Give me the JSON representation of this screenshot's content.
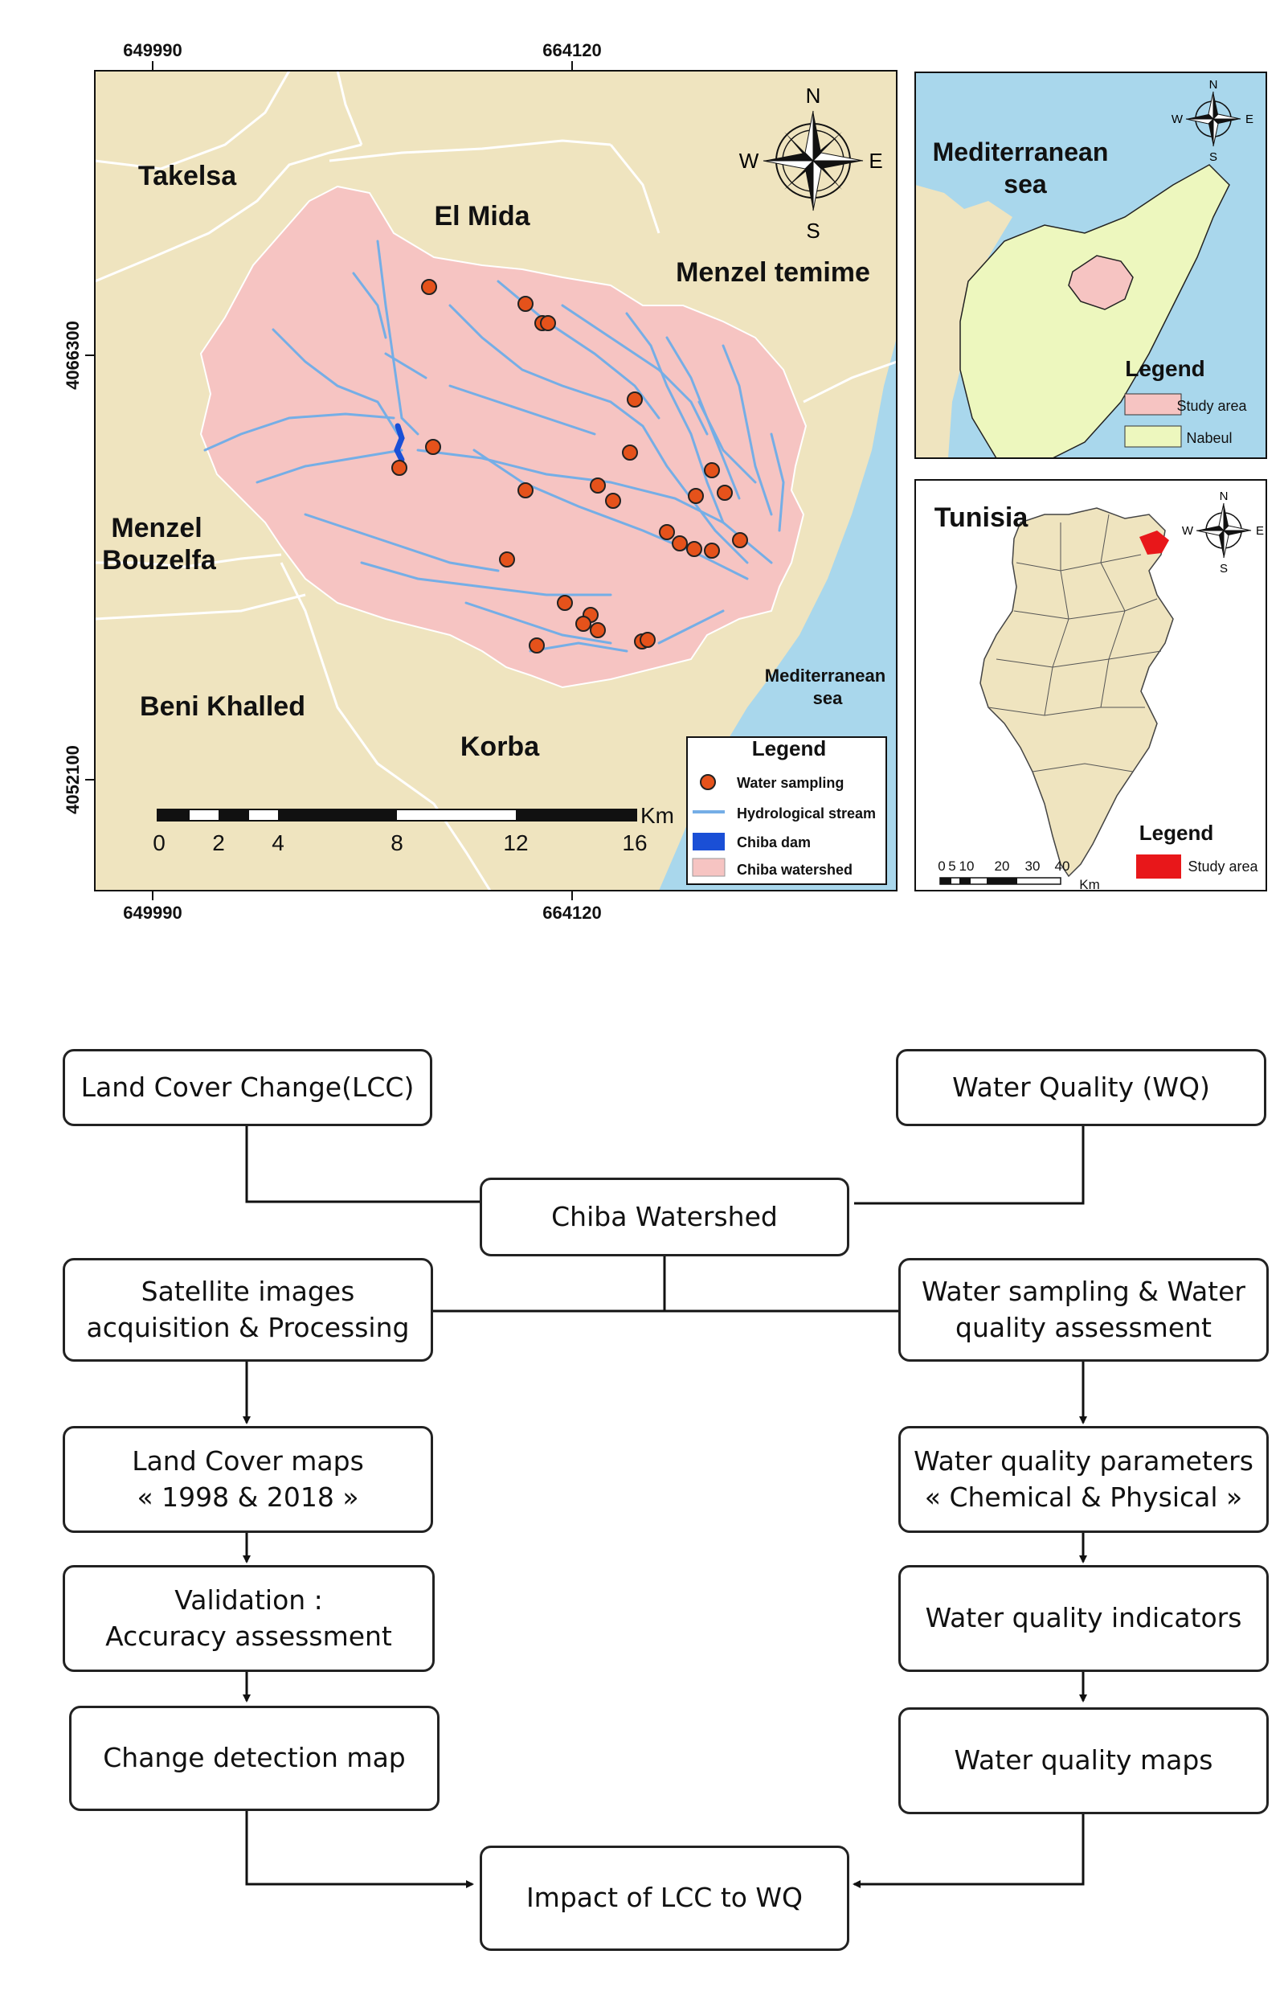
{
  "main_map": {
    "top_coords": [
      "649990",
      "664120"
    ],
    "bottom_coords": [
      "649990",
      "664120"
    ],
    "left_coords": [
      "4066300",
      "4052100"
    ],
    "places": {
      "takelsa": "Takelsa",
      "el_mida": "El Mida",
      "menzel_temime": "Menzel temime",
      "menzel_bouzelfa_1": "Menzel",
      "menzel_bouzelfa_2": "Bouzelfa",
      "beni_khalled": "Beni Khalled",
      "korba": "Korba",
      "sea_1": "Mediterranean",
      "sea_2": "sea"
    },
    "compass": {
      "n": "N",
      "s": "S",
      "e": "E",
      "w": "W"
    },
    "scale": {
      "ticks": [
        "0",
        "2",
        "4",
        "8",
        "12",
        "16"
      ],
      "unit": "Km"
    },
    "legend": {
      "title": "Legend",
      "items": [
        "Water sampling",
        "Hydrological stream",
        "Chiba dam",
        "Chiba watershed"
      ]
    },
    "colors": {
      "land": "#efe4bf",
      "watershed": "#f6c4c2",
      "sea": "#a9d7ec",
      "stream": "#75aee6",
      "dam": "#1a4fd6",
      "sample": "#e5521b",
      "boundary": "#ffffff"
    }
  },
  "inset_nabeul": {
    "sea_1": "Mediterranean",
    "sea_2": "sea",
    "compass": {
      "n": "N",
      "s": "S",
      "e": "E",
      "w": "W"
    },
    "legend": {
      "title": "Legend",
      "items": [
        "Study area",
        "Nabeul"
      ]
    },
    "colors": {
      "study": "#f6c4c2",
      "nabeul": "#edf7be",
      "sea": "#a9d7ec"
    }
  },
  "inset_tunisia": {
    "title": "Tunisia",
    "compass": {
      "n": "N",
      "s": "S",
      "e": "E",
      "w": "W"
    },
    "legend": {
      "title": "Legend",
      "items": [
        "Study area"
      ]
    },
    "scale": {
      "ticks": [
        "0",
        "5",
        "10",
        "20",
        "30",
        "40"
      ],
      "unit": "Km"
    },
    "colors": {
      "country": "#efe4bf",
      "study": "#e8171a"
    }
  },
  "flowchart": {
    "lcc": "Land Cover Change(LCC)",
    "wq": "Water Quality  (WQ)",
    "chiba": "Chiba Watershed",
    "satellite": "Satellite images\nacquisition & Processing",
    "sampling": "Water sampling & Water\nquality assessment",
    "lc_maps": "Land Cover maps\n«  1998 & 2018 »",
    "wq_params": "Water quality parameters\n« Chemical & Physical »",
    "validation": "Validation :\nAccuracy assessment",
    "wq_indicators": "Water quality indicators",
    "change_map": "Change detection map",
    "wq_maps": "Water quality maps",
    "impact": "Impact of LCC to WQ"
  }
}
